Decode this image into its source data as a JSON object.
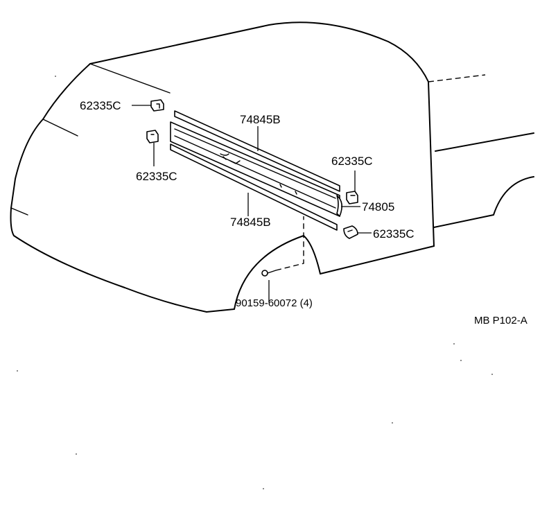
{
  "parts": {
    "clip_top_left": "62335C",
    "clip_left": "62335C",
    "moulding_upper": "74845B",
    "moulding_lower": "74845B",
    "clip_right_upper": "62335C",
    "moulding_center": "74805",
    "clip_right_lower": "62335C",
    "screw": "90159-60072 (4)"
  },
  "diagram_code": "MB P102-A"
}
